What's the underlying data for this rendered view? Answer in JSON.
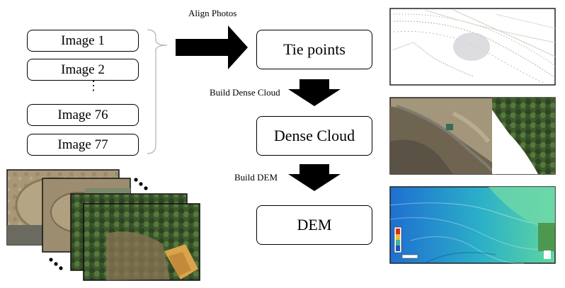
{
  "images": {
    "items": [
      "Image 1",
      "Image 2",
      "Image 76",
      "Image 77"
    ],
    "ellipsis": "⋮"
  },
  "steps": {
    "align_label": "Align Photos",
    "dense_label": "Build Dense Cloud",
    "dem_label": "Build DEM",
    "tie_points": "Tie points",
    "dense_cloud": "Dense Cloud",
    "dem": "DEM"
  },
  "colors": {
    "arrow": "#000000",
    "bracket": "#b5b5b5",
    "dem_low": "#1f6fd0",
    "dem_high": "#5fd6a0"
  }
}
